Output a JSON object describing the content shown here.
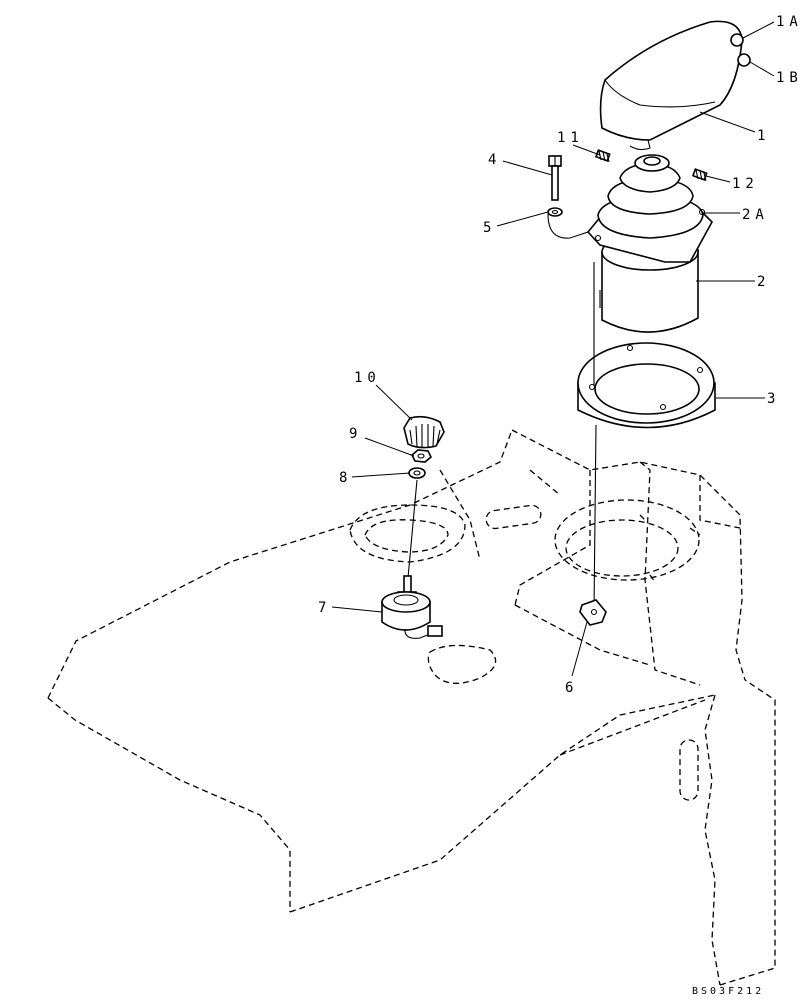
{
  "callouts": {
    "c1": "1",
    "c1a": "1A",
    "c1b": "1B",
    "c2": "2",
    "c2a": "2A",
    "c3": "3",
    "c4": "4",
    "c5": "5",
    "c6": "6",
    "c7": "7",
    "c8": "8",
    "c9": "9",
    "c10": "10",
    "c11": "11",
    "c12": "12"
  },
  "drawing_number": "BS03F212"
}
